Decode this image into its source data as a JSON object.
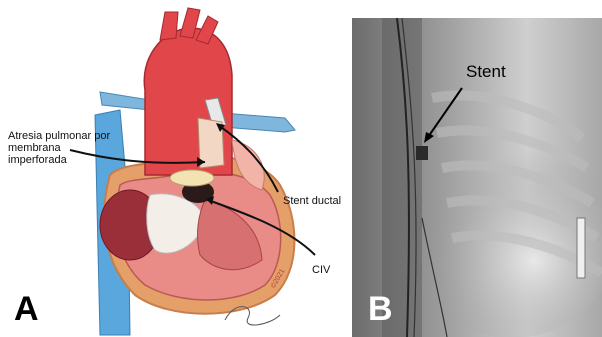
{
  "panel_a": {
    "letter": "A",
    "labels": {
      "atresia": "Atresia pulmonar por membrana imperforada",
      "stent_ductal": "Stent ductal",
      "civ": "CIV",
      "copyright": "©2021"
    }
  },
  "panel_b": {
    "letter": "B",
    "stent_label": "Stent"
  }
}
